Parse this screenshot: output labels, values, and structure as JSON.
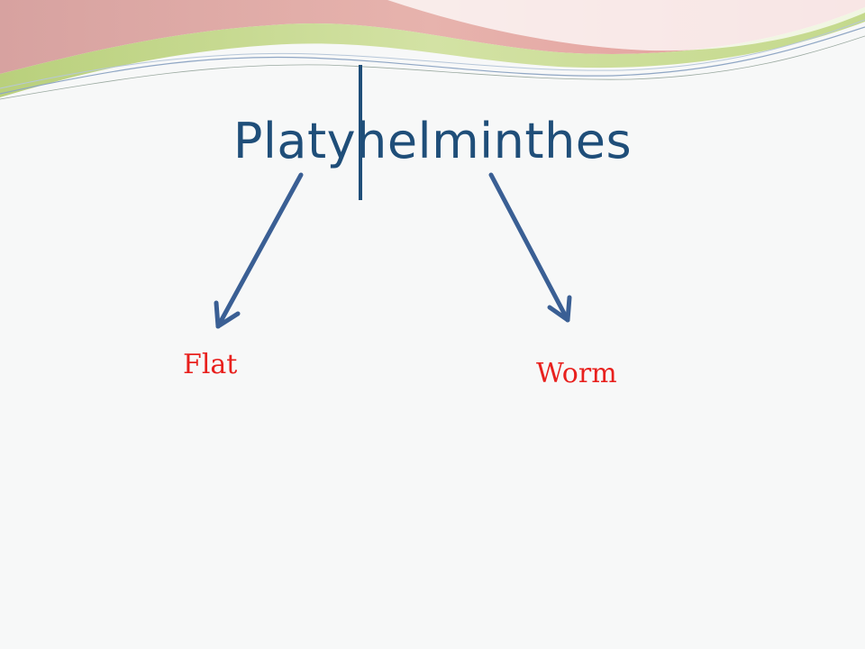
{
  "slide": {
    "title": "Platyhelminthes",
    "labels": {
      "left": "Flat",
      "right": "Worm"
    }
  },
  "colors": {
    "title": "#1f4e79",
    "arrow": "#3a5f94",
    "label": "#e8201d",
    "banner_green": "#c7d98a",
    "banner_pink": "#e2a6a3",
    "background": "#f7f8f8"
  }
}
